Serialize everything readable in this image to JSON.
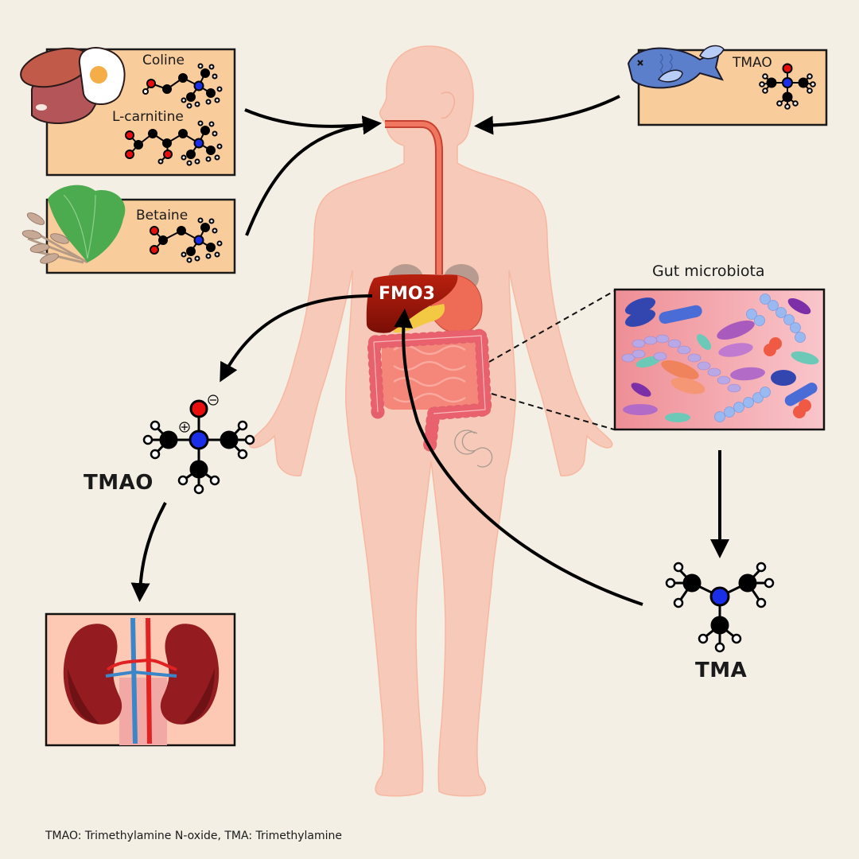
{
  "title": "TMAO metabolism pathway",
  "colors": {
    "background": "#f4efe4",
    "box_fill": "#f9cc9b",
    "body": "#f6c9b8",
    "body_outline": "#f5b39c",
    "esophagus": "#ee6a55",
    "liver": "#a8190c",
    "colon": "#e8616d",
    "nitrogen": "#1a2ee8",
    "oxygen": "#e80e0e",
    "carbon": "#000000",
    "hydrogen": "#ffffff",
    "microbiota_bg": "#f3a3ab",
    "kidney": "#8e1a1e"
  },
  "sources": {
    "meat_egg": {
      "labels": [
        "Coline",
        "L-carnitine"
      ],
      "icon": "meat-egg-icon"
    },
    "greens": {
      "labels": [
        "Betaine"
      ],
      "icon": "leafy-greens-icon"
    },
    "fish": {
      "labels": [
        "TMAO"
      ],
      "icon": "fish-icon"
    }
  },
  "organ": {
    "enzyme_label": "FMO3"
  },
  "microbiota": {
    "title": "Gut microbiota"
  },
  "products": {
    "tmao_label": "TMAO",
    "tma_label": "TMA"
  },
  "charges": {
    "plus": "+",
    "minus": "−"
  },
  "footnote": "TMAO: Trimethylamine N-oxide, TMA: Trimethylamine"
}
